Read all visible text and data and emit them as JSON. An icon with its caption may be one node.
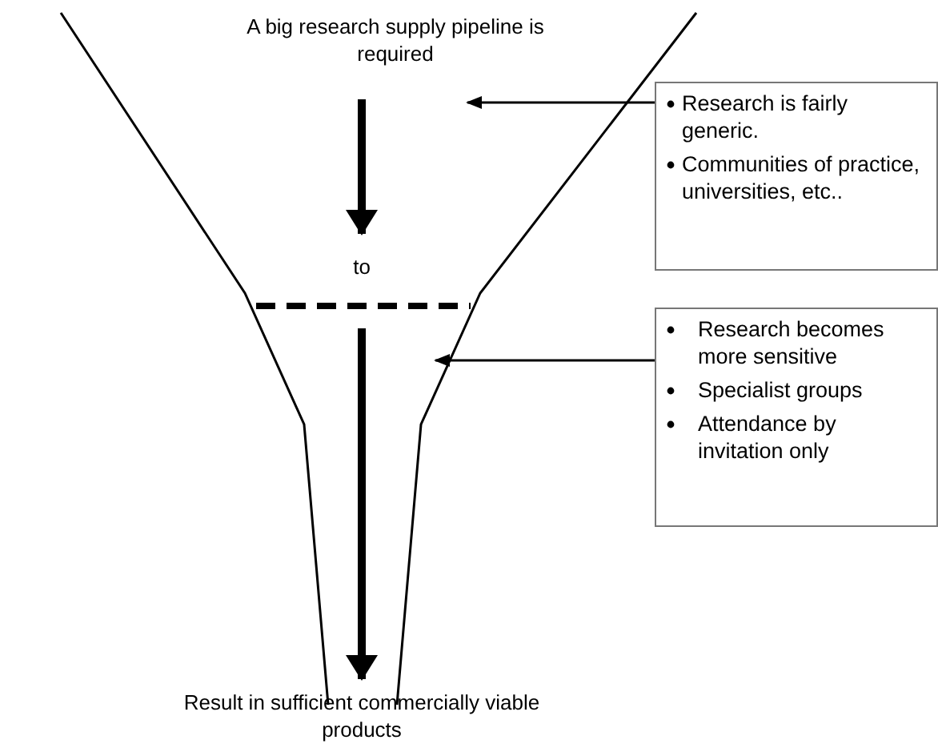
{
  "diagram": {
    "nodes": [
      {
        "text": [
          "A big research supply pipeline is required"
        ]
      },
      {
        "text": [
          "to"
        ]
      },
      {
        "text": [
          "Result in sufficient commercially viable products"
        ]
      },
      {
        "text": [
          "Research is fairly generic.",
          "Communities of practice, universities, etc.."
        ]
      },
      {
        "text": [
          "Research becomes more sensitive",
          "Specialist groups",
          "Attendance by invitation only"
        ]
      }
    ],
    "edges": [
      {
        "from": 0,
        "to": 1,
        "arrow": "to",
        "style": "thick"
      },
      {
        "from": 1,
        "to": 2,
        "arrow": "to",
        "style": "thick"
      },
      {
        "from": 3,
        "to": 0,
        "arrow": "to"
      },
      {
        "from": 4,
        "to": null,
        "arrow": "to"
      }
    ]
  }
}
